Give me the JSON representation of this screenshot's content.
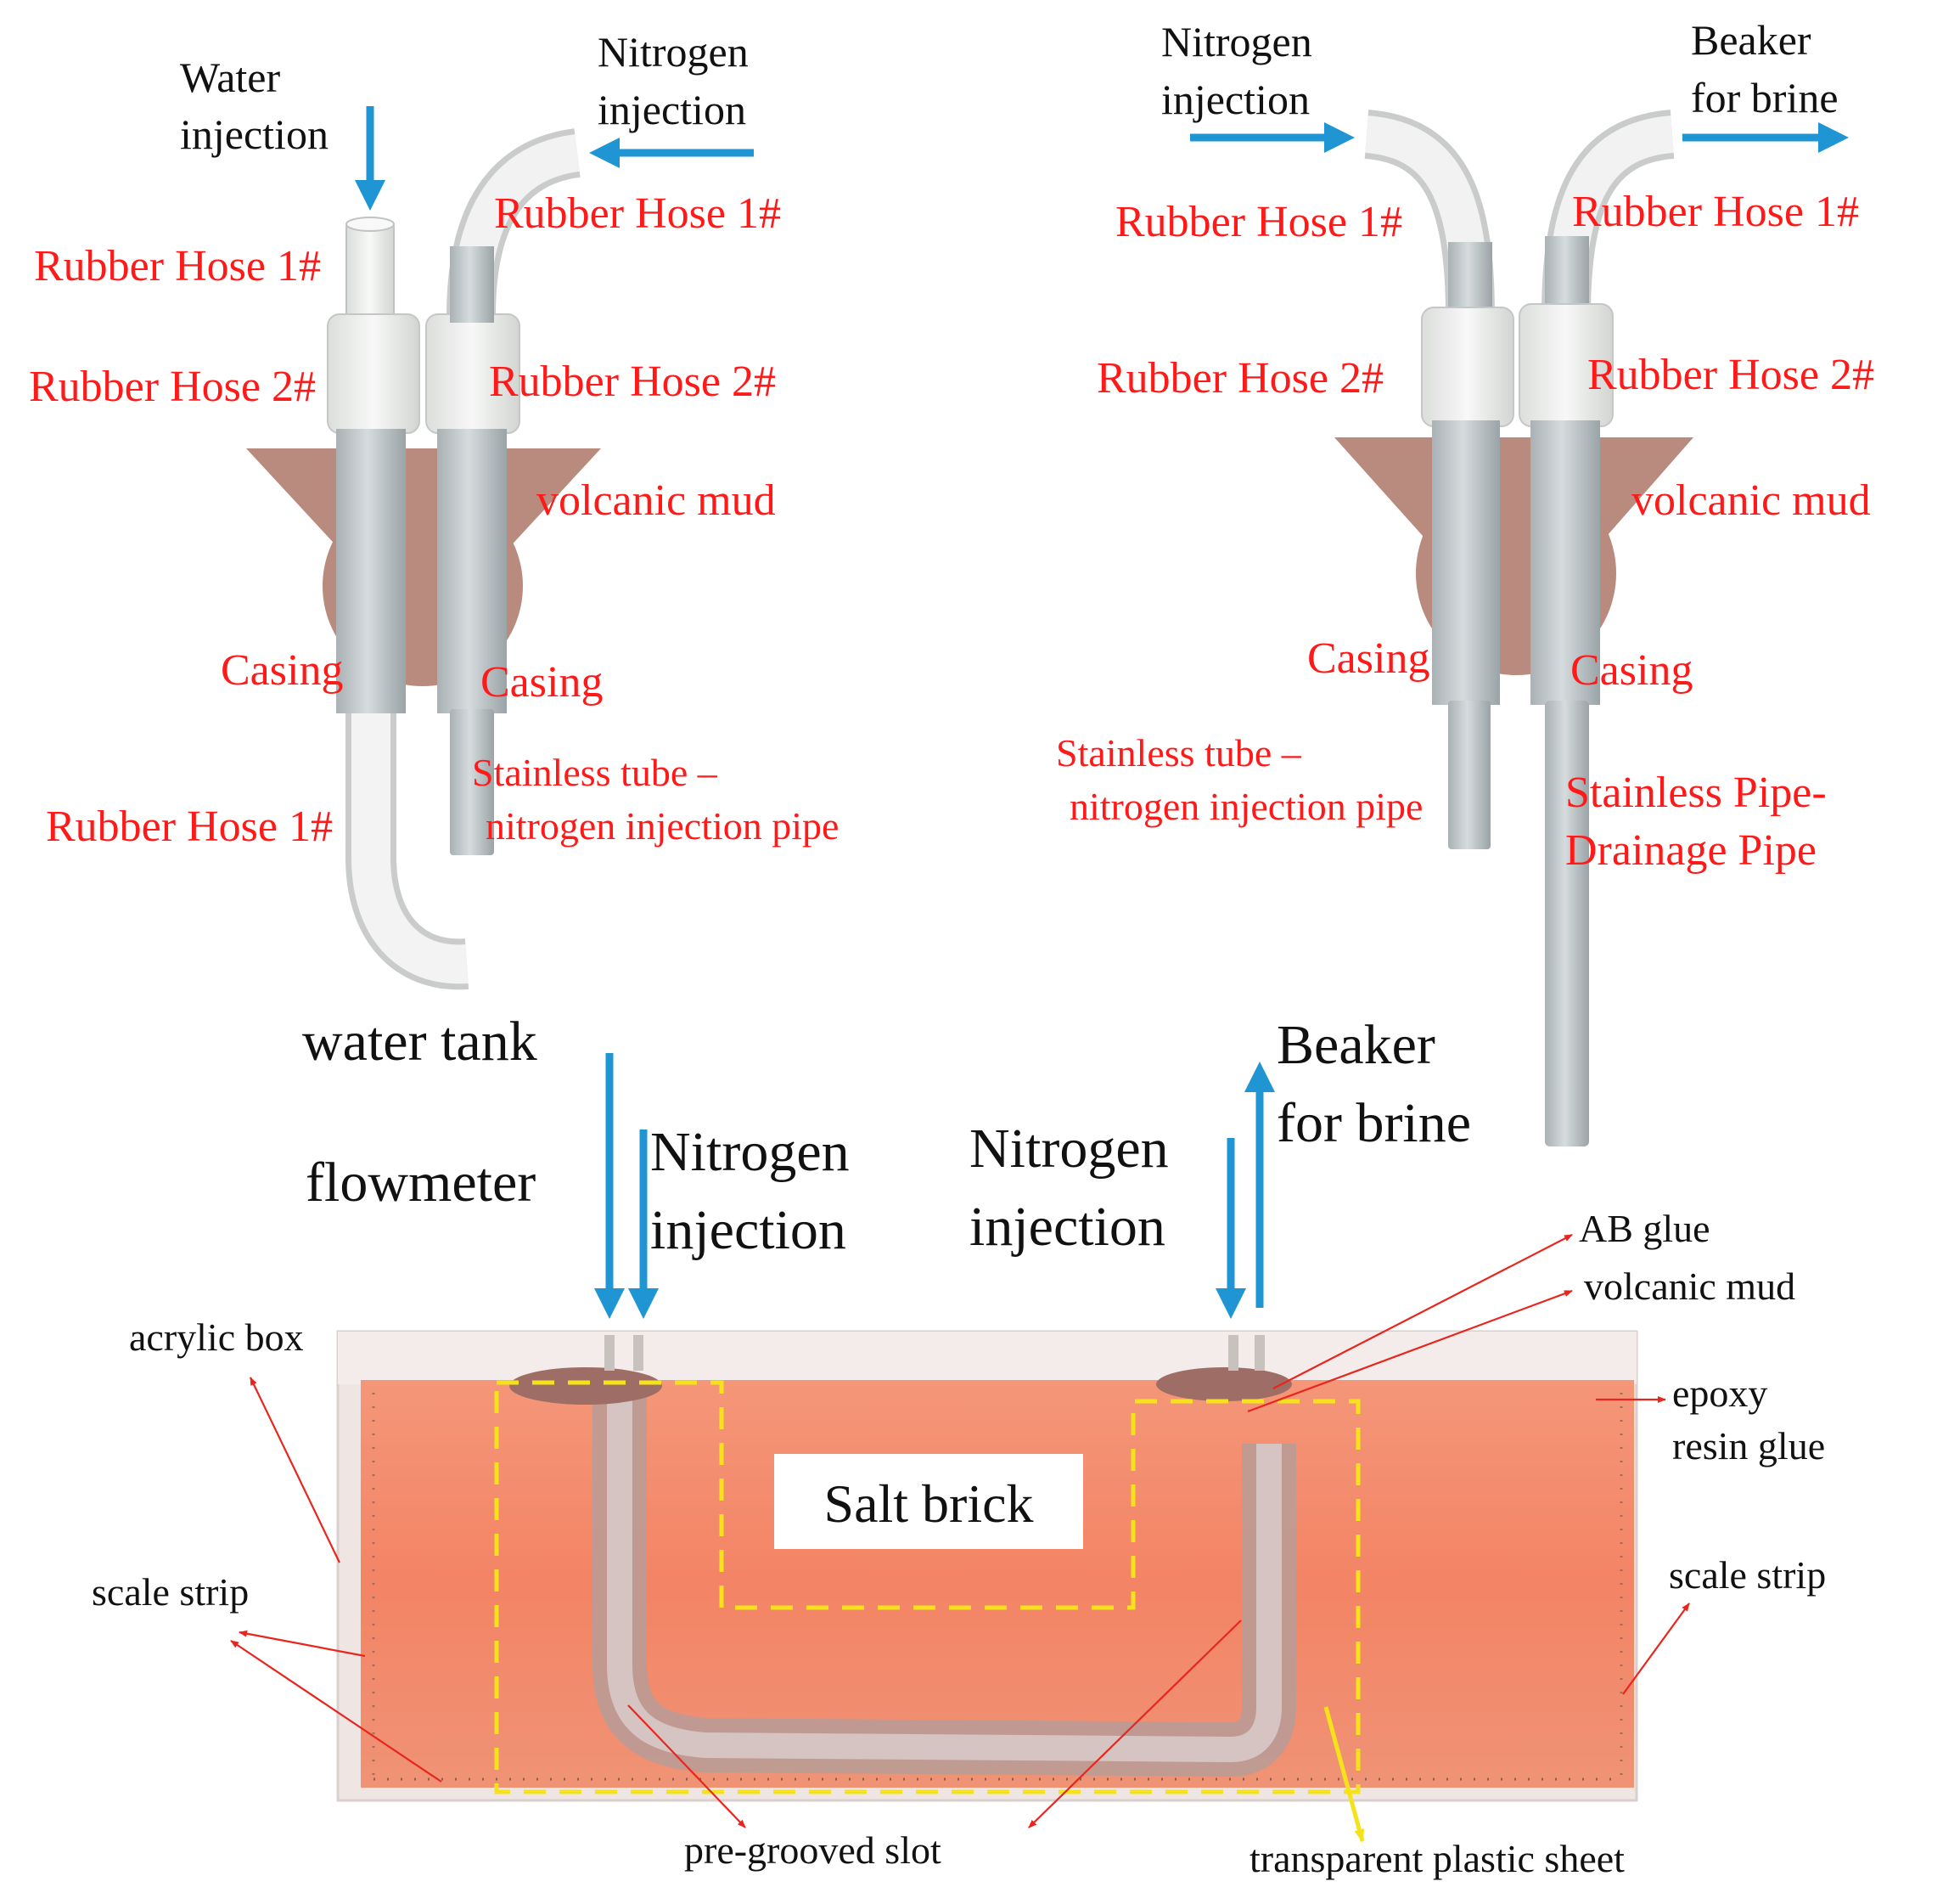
{
  "colors": {
    "label_red": "#ff1a1a",
    "arrow_blue": "#1f95d3",
    "pipe_gray": "#c9cfd1",
    "hose_white": "#eef0ee",
    "mud_brown": "#b98a7e",
    "salt_orange": "#f2805f",
    "dashed_yellow": "#f5e21b",
    "pointer_red": "#e8261e"
  },
  "left_assembly": {
    "water_injection": "Water injection",
    "water_injection_l1": "Water",
    "water_injection_l2": "injection",
    "nitrogen_injection_l1": "Nitrogen",
    "nitrogen_injection_l2": "injection",
    "rubber_hose_1_top": "Rubber Hose 1#",
    "rubber_hose_1_right": "Rubber Hose 1#",
    "rubber_hose_2_left": "Rubber Hose 2#",
    "rubber_hose_2_right": "Rubber Hose 2#",
    "volcanic_mud": "volcanic mud",
    "casing_left": "Casing",
    "casing_right": "Casing",
    "stainless_tube_l1": "Stainless tube –",
    "stainless_tube_l2": "nitrogen injection pipe",
    "rubber_hose_1_bottom": "Rubber Hose 1#"
  },
  "right_assembly": {
    "nitrogen_injection_l1": "Nitrogen",
    "nitrogen_injection_l2": "injection",
    "beaker_l1": "Beaker",
    "beaker_l2": "for brine",
    "rubber_hose_1_left": "Rubber Hose 1#",
    "rubber_hose_1_right": "Rubber Hose 1#",
    "rubber_hose_2_left": "Rubber Hose 2#",
    "rubber_hose_2_right": "Rubber Hose 2#",
    "volcanic_mud": "volcanic mud",
    "casing_left": "Casing",
    "casing_right": "Casing",
    "stainless_tube_l1": "Stainless tube –",
    "stainless_tube_l2": "nitrogen injection pipe",
    "drainage_l1": "Stainless Pipe-",
    "drainage_l2": "Drainage Pipe"
  },
  "middle": {
    "water_tank": "water tank",
    "flowmeter": "flowmeter",
    "nitrogen_injection_a_l1": "Nitrogen",
    "nitrogen_injection_a_l2": "injection",
    "nitrogen_injection_b_l1": "Nitrogen",
    "nitrogen_injection_b_l2": "injection",
    "beaker_l1": "Beaker",
    "beaker_l2": "for brine"
  },
  "model": {
    "salt_brick": "Salt brick",
    "acrylic_box": "acrylic box",
    "scale_strip_left": "scale strip",
    "scale_strip_right": "scale strip",
    "ab_glue": "AB glue",
    "volcanic_mud": "volcanic mud",
    "epoxy_l1": "epoxy",
    "epoxy_l2": "resin glue",
    "pre_grooved_slot": "pre-grooved slot",
    "transparent_sheet": "transparent plastic sheet"
  }
}
